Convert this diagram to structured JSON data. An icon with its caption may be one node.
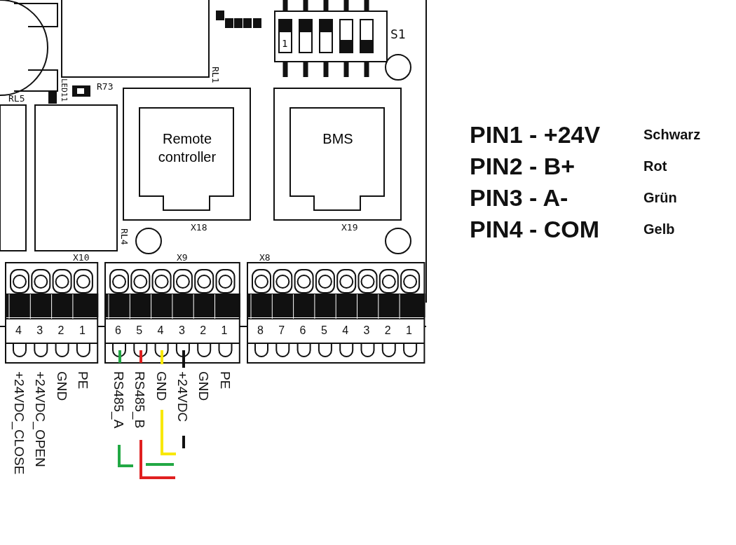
{
  "diagram": {
    "nodes": [
      {
        "text": [
          "Remote controller"
        ]
      },
      {
        "text": [
          "BMS"
        ]
      }
    ],
    "labels": [
      "S1",
      "1",
      "R73",
      "RL1",
      "LED11",
      "RL5",
      "X18",
      "X19",
      "RL4",
      "X10",
      "X9",
      "X8",
      "4",
      "3",
      "2",
      "1",
      "6",
      "5",
      "4",
      "3",
      "2",
      "1",
      "8",
      "7",
      "6",
      "5",
      "4",
      "3",
      "2",
      "1",
      "+24VDC_CLOSE",
      "+24VDC_OPEN",
      "GND",
      "PE",
      "RS485_A",
      "RS485_B",
      "GND",
      "+24VDC",
      "GND",
      "PE",
      "PIN1 - +24V",
      "Schwarz",
      "PIN2 - B+",
      "Rot",
      "PIN3 - A-",
      "Grün",
      "PIN4 - COM",
      "Gelb"
    ]
  }
}
